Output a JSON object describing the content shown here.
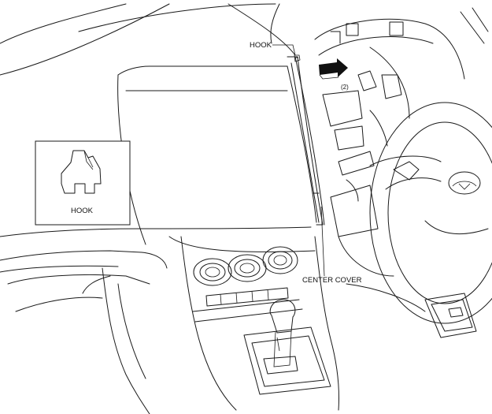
{
  "labels": {
    "hook_callout": "HOOK",
    "hook_inset": "HOOK",
    "center_cover": "CENTER COVER",
    "step_marker": "(2)"
  },
  "icons": {
    "arrow": "removal-direction-arrow-icon",
    "hook_shape": "hook-shape-icon",
    "mazda_emblem": "mazda-logo-icon"
  },
  "colors": {
    "line": "#1a1a1a",
    "background": "#ffffff",
    "arrow_fill": "#111111"
  }
}
